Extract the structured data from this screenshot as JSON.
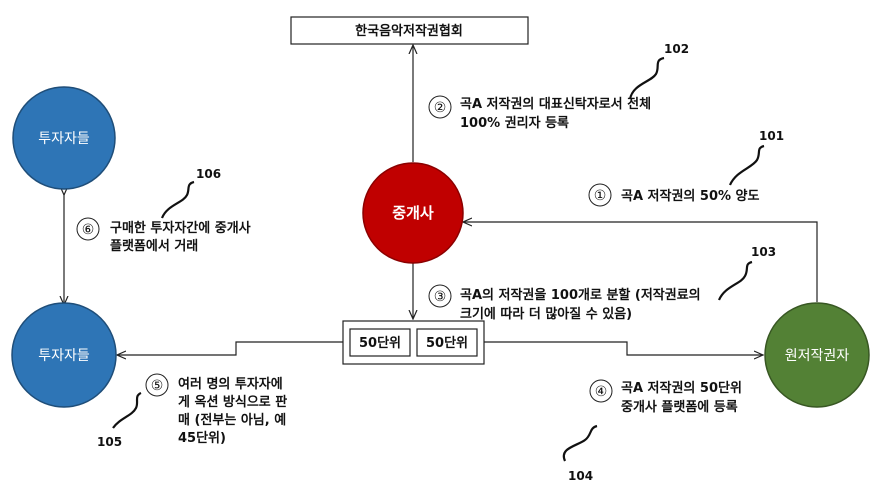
{
  "nodes": {
    "association": "한국음악저작권협회",
    "broker": "중개사",
    "investors_top": "투자자들",
    "investors_bottom": "투자자들",
    "original_author": "원저작권자",
    "unit_a": "50단위",
    "unit_b": "50단위"
  },
  "steps": [
    {
      "num": "①",
      "lines": [
        "곡A 저작권의 50% 양도"
      ]
    },
    {
      "num": "②",
      "lines": [
        "곡A 저작권의 대표신탁자로서 전체",
        "100% 권리자 등록"
      ]
    },
    {
      "num": "③",
      "lines": [
        "곡A의 저작권을 100개로 분할 (저작권료의",
        "크기에 따라 더 많아질 수 있음)"
      ]
    },
    {
      "num": "④",
      "lines": [
        "곡A 저작권의 50단위",
        "중개사 플랫폼에 등록"
      ]
    },
    {
      "num": "⑤",
      "lines": [
        "여러 명의 투자자에",
        "게 옥션 방식으로 판",
        "매 (전부는 아님, 예",
        "45단위)"
      ]
    },
    {
      "num": "⑥",
      "lines": [
        "구매한 투자자간에 중개사",
        "플랫폼에서 거래"
      ]
    }
  ],
  "refs": {
    "r101": "101",
    "r102": "102",
    "r103": "103",
    "r104": "104",
    "r105": "105",
    "r106": "106"
  },
  "colors": {
    "blue": "#2e75b6",
    "red": "#c00000",
    "green": "#538135",
    "line": "#222222"
  }
}
